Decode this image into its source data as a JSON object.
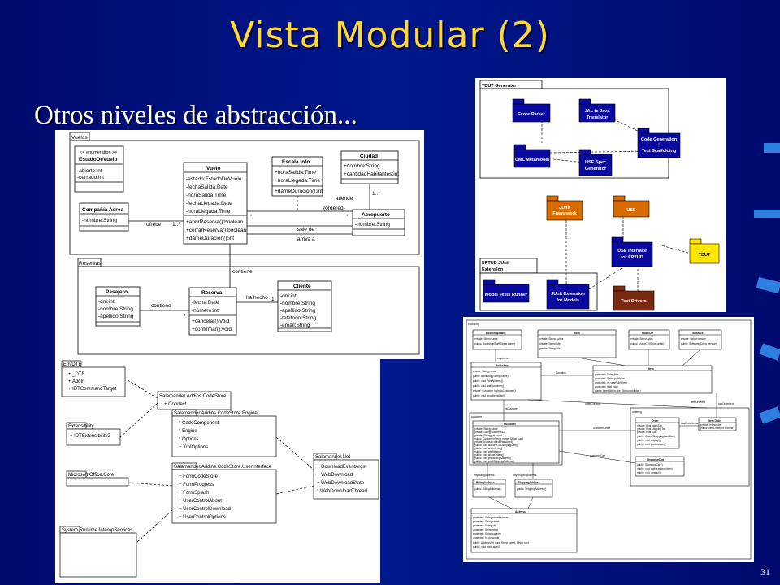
{
  "title": "Vista Modular (2)",
  "subtitle": "Otros niveles de abstracción...",
  "page_number": "31",
  "colors": {
    "background": "#00188c",
    "title": "#ffd830",
    "stripe": "#2f7fe0",
    "package_blue": "#0a0aa0",
    "package_orange": "#d86c00",
    "package_yellow": "#ffe600",
    "package_brown": "#7a2a10"
  },
  "uml_vuelos": {
    "pkg_vuelos": "Vuelos",
    "pkg_reservas": "Reservas",
    "estado_stereo": "<< enumeration >>",
    "estado_name": "EstadoDeVuelo",
    "estado_attrs": [
      "-abierto:int",
      "-cerrado:int"
    ],
    "compania_name": "Compañía Aerea",
    "compania_attrs": [
      "-nombre:String"
    ],
    "vuelo_name": "Vuelo",
    "vuelo_attrs": [
      "-estado:EstadoDeVuelo",
      "-fechaSalida:Date",
      "-horaSalida:Time",
      "-fechaLlegada:Date",
      "-horaLlegada:Time"
    ],
    "vuelo_ops": [
      "+abrirReserva():boolean",
      "+cerrarReserva():boolean",
      "+dameDuración():int"
    ],
    "escala_name": "Escala Info",
    "escala_attrs": [
      "+horaSalida:Time",
      "+horaLlegada:Time"
    ],
    "escala_ops": [
      "+dameDuracion():int"
    ],
    "ciudad_name": "Ciudad",
    "ciudad_attrs": [
      "+nombre:String",
      "+cantidadHabitantes:int"
    ],
    "aeropuerto_name": "Aeropuerto",
    "aeropuerto_attrs": [
      "-nombre:String"
    ],
    "pasajero_name": "Pasajero",
    "pasajero_attrs": [
      "-dni:int",
      "-nombre:String",
      "-apellido:String"
    ],
    "reserva_name": "Reserva",
    "reserva_attrs": [
      "-fecha:Date",
      "-número:int"
    ],
    "reserva_ops": [
      "+cancelar():void",
      "+confirmar():void"
    ],
    "cliente_name": "Cliente",
    "cliente_attrs": [
      "-dni:int",
      "-nombre:String",
      "-apellido:String",
      "-telefono:String",
      "-email:String"
    ],
    "lbl_ofrece": "ofrece",
    "lbl_1star": "1..*",
    "lbl_ordered": "{ordered}",
    "lbl_sale_de": "sale de",
    "lbl_arriva_a": "arriva a",
    "lbl_atiende": "atiende",
    "lbl_contiene_top": "contiene",
    "lbl_contiene_left": "contiene",
    "lbl_ha_hecho": "ha hecho",
    "lbl_star": "*",
    "lbl_one": "1"
  },
  "tdut": {
    "pkg_generator": "TDUT Generator",
    "ecore_parser": "Ecore Parser",
    "jal_to_java": [
      "JAL to Java",
      "Translator"
    ],
    "code_generation": [
      "Code Generation",
      "+",
      "Test Scaffolding"
    ],
    "uml_metamodel": "UML Metamodel",
    "use_spec": [
      "USE Spec",
      "Generator"
    ],
    "junit_framework": [
      "JUnit",
      "Framework"
    ],
    "use": "USE",
    "use_interface": [
      "USE Interface",
      "for EPTUD"
    ],
    "tdut_label": "TDUT",
    "pkg_eptud": [
      "EPTUD JUnit",
      "Extension"
    ],
    "model_tests_runner": "Model Tests Runner",
    "junit_extension": [
      "JUnit Extension",
      "for Models"
    ],
    "test_drivers": "Test Drivers"
  },
  "salamander": {
    "envdte_title": "EnvDTE",
    "envdte_items": [
      "+ _DTE",
      "+ AddIn",
      "+ IDTCommandTarget"
    ],
    "ext_title": "Extensibility",
    "ext_items": [
      "+ IDTExtensibility2"
    ],
    "office_title": "Microsoft.Office.Core",
    "interop_title": "System.Runtime.InteropServices",
    "codestore_title": "Salamander.Addins.CodeStore",
    "codestore_items": [
      "+ Connect"
    ],
    "engine_title": "Salamander.Addins.CodeStore.Engine",
    "engine_items": [
      "* CodeComponent",
      "* Engine",
      "* Options",
      "+ XmlOptions"
    ],
    "ui_title": "Salamander.Addins.CodeStore.UserInterface",
    "ui_items": [
      "+ FormCodeStore",
      "+ FormProgress",
      "+ FormSplash",
      "+ UserControlAbout",
      "+ UserControlDownload",
      "+ UserControlOptions"
    ],
    "net_title": "Salamander.Net",
    "net_items": [
      "+ DownloadEventArgs",
      "+ WebDownload",
      "+ WebDownloadState",
      "* WebDownloadThread"
    ]
  },
  "bookshop": {
    "frame_label": "bookshop",
    "bookshopstaff_name": "BookshopStaff",
    "bookshopstaff_attrs": [
      "private: String name",
      "public: BookshopStaff(String name)"
    ],
    "book_name": "Book",
    "book_attrs": [
      "private: String author",
      "private: String isbn",
      "private: String title"
    ],
    "music_name": "MusicCD",
    "music_attrs": [
      "private: String artist",
      "public: MusicCD(String artist)"
    ],
    "software_name": "Software",
    "software_attrs": [
      "private: String version",
      "public: Software(String version)"
    ],
    "bookshop_name": "Bookshop",
    "bookshop_attrs": [
      "private: String name",
      "public: Bookshop(String name)",
      "public: void PrintAllItems()",
      "public: void addCustomer()",
      "private: Customer logInAsCustomer()",
      "public: void showItemsList()"
    ],
    "item_name": "Item",
    "item_attrs": [
      "protected: String title",
      "protected: String publisher",
      "protected: int yearPublished",
      "protected: float price",
      "public: Item(String title, String publisher)"
    ],
    "lbl_employees": "employees",
    "lbl_contains": "Contains",
    "lbl_ordercreated": "orderCreated",
    "lbl_iscustomer": "isCustomer",
    "lbl_itemordered": "itemOrdered",
    "lbl_customerorder": "customerOrder",
    "lbl_customercart": "customerCart",
    "lbl_hasorderitems": "hasOrderItems",
    "lbl_myorderitems": "hasOrderItem",
    "lbl_mybilling": "myBillingAddress",
    "lbl_myshipping": "myShippingAddress",
    "customer_frame": "customer",
    "customer_name": "Customer",
    "customer_attrs": [
      "private: String name",
      "private: String customerID",
      "private: String password",
      "public: Customer(String name, String cust)",
      "private: boolean checkPassword()",
      "public: void addItemToShoppingCart()",
      "public: void orderItems()",
      "public: void printItems()",
      "public: void showOrders()",
      "public: void printBillingAddress()",
      "public: void printShippingAddress()"
    ],
    "ordering_frame": "ordering",
    "order_name": "Order",
    "order_attrs": [
      "private: float salesTax",
      "private: float shippingTax",
      "private: float total",
      "public: Order(ShoppingCart Cart)",
      "public: void display()",
      "public: void printInvoice()"
    ],
    "orderitem_name": "Item Order",
    "orderitem_attrs": [
      "private: int number",
      "public: ItemOrder(int number)"
    ],
    "cart_name": "ShoppingCart",
    "cart_attrs": [
      "public: ShoppingCart()",
      "public: void addItem(Item item)",
      "public: void display()"
    ],
    "billing_name": "BillingAddress",
    "billing_attrs": [
      "public: BillingAddress()"
    ],
    "shipping_name": "ShippingAddress",
    "shipping_attrs": [
      "public: ShippingAddress()"
    ],
    "address_name": "Address",
    "address_attrs": [
      "protected: String streetNumber",
      "protected: String street",
      "protected: String city",
      "protected: String state",
      "protected: String country",
      "protected: int postcode",
      "public: Address(int num, String street, String city)",
      "public: void printLabel()"
    ]
  }
}
